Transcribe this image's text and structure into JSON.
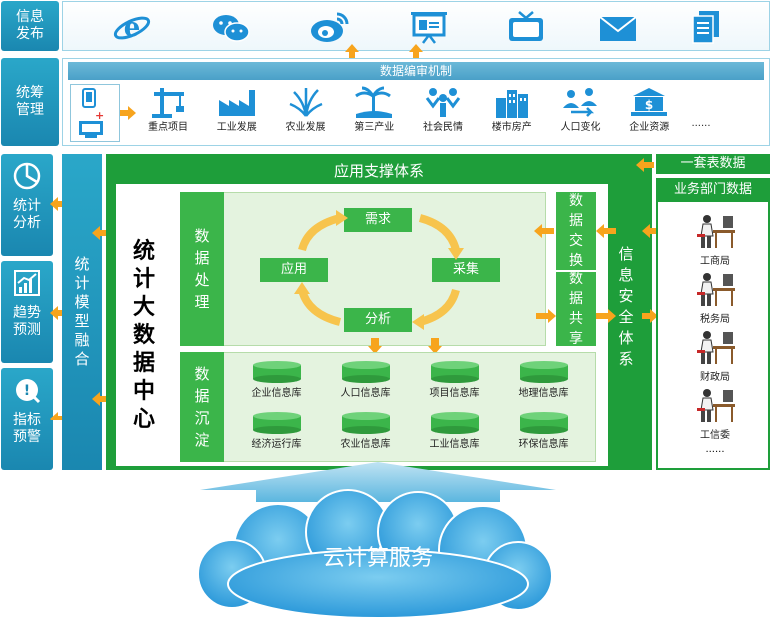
{
  "top_row": {
    "label": "信息发布",
    "icons": [
      "ie-browser-icon",
      "wechat-icon",
      "weibo-icon",
      "presentation-icon",
      "tv-icon",
      "mail-icon",
      "document-icon"
    ]
  },
  "management": {
    "label": "统筹管理",
    "header": "数据编审机制",
    "items": [
      "重点项目",
      "工业发展",
      "农业发展",
      "第三产业",
      "社会民情",
      "楼市房产",
      "人口变化",
      "企业资源"
    ],
    "ellipsis": "......"
  },
  "left_tabs": [
    "统计分析",
    "趋势预测",
    "指标预警"
  ],
  "model_fusion": "统计模型融合",
  "center": {
    "title": "统计大数据中心",
    "support_system": "应用支撑体系",
    "processing_label": "数据处理",
    "cycle": [
      "需求",
      "采集",
      "分析",
      "应用"
    ],
    "exchange": "数据交换",
    "sharing": "数据共享",
    "security": "信息安全体系",
    "deposit_label": "数据沉淀",
    "databases": [
      "企业信息库",
      "人口信息库",
      "项目信息库",
      "地理信息库",
      "经济运行库",
      "农业信息库",
      "工业信息库",
      "环保信息库"
    ]
  },
  "right": {
    "table_data": "一套表数据",
    "dept_data": "业务部门数据",
    "departments": [
      "工商局",
      "税务局",
      "财政局",
      "工信委"
    ],
    "ellipsis": "......"
  },
  "cloud": "云计算服务",
  "colors": {
    "teal": "#2aa7c9",
    "green": "#3bb54a",
    "dark_green": "#1e9e3a",
    "orange": "#f7a41d",
    "blue_icon": "#1e90d6"
  }
}
